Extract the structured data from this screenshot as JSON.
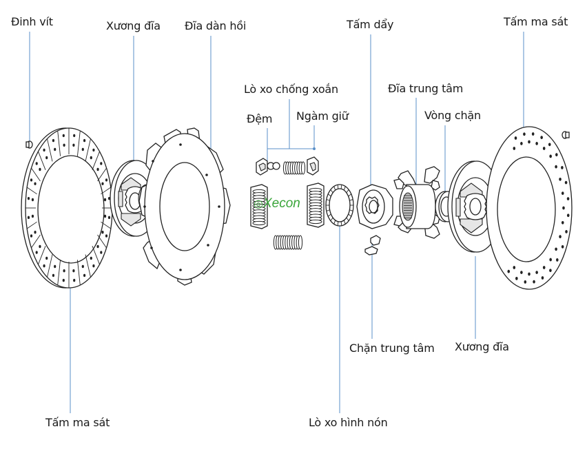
{
  "labels": {
    "dinh_vit": "Đinh vít",
    "xuong_dia_left": "Xương đĩa",
    "dia_dan_hoi": "Đĩa dàn hồi",
    "tam_day": "Tấm dẩy",
    "tam_ma_sat_right": "Tấm ma sát",
    "lo_xo_chong_xoan": "Lò xo chống xoắn",
    "dem": "Đệm",
    "ngam_giu": "Ngàm giữ",
    "dia_trung_tam": "Đĩa trung tâm",
    "vong_chan": "Vòng chặn",
    "chan_trung_tam": "Chặn trung tâm",
    "xuong_dia_right": "Xương đĩa",
    "tam_ma_sat_left": "Tấm ma sát",
    "lo_xo_hinh_non": "Lò xo hình nón"
  },
  "watermark": "Xecon",
  "colors": {
    "leader": "#5a8fc8",
    "ink": "#222222",
    "watermark": "#3aa53a"
  }
}
